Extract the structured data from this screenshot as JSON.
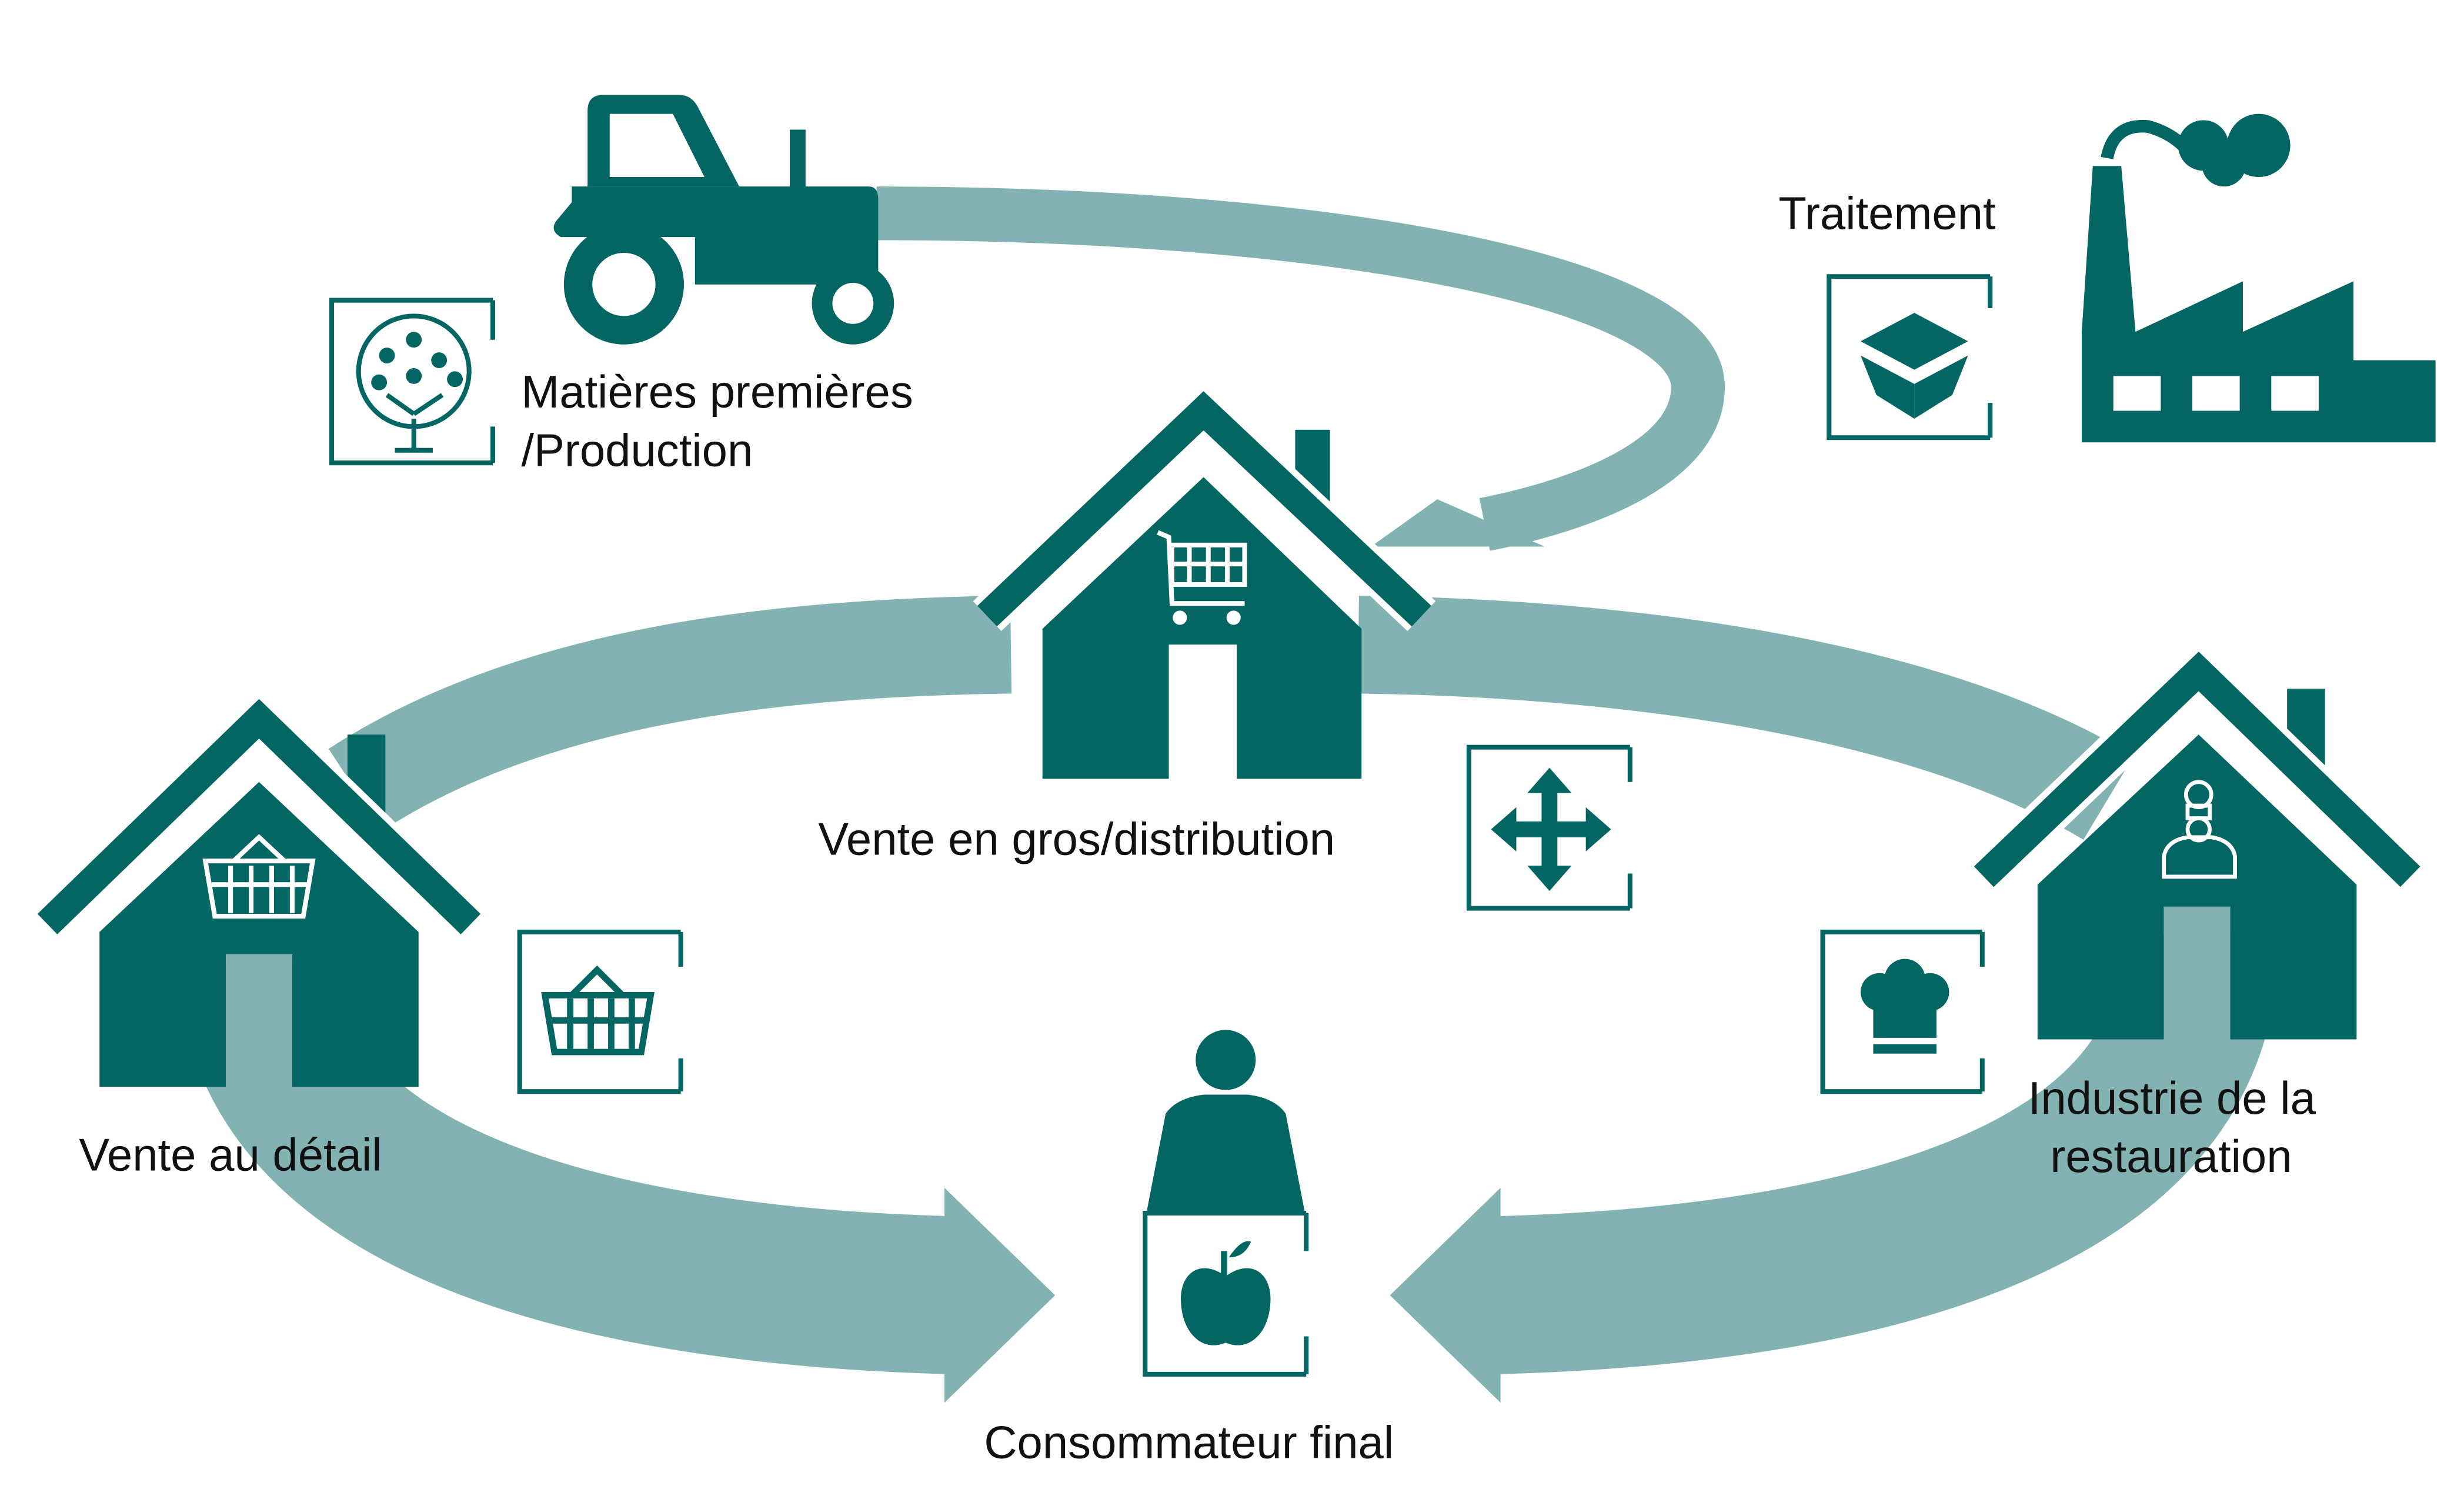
{
  "labels": {
    "production_line1": "Matières premières",
    "production_line2": "/Production",
    "processing": "Traitement",
    "wholesale": "Vente en gros/distribution",
    "retail": "Vente au détail",
    "foodservice_line1": "Industrie de la",
    "foodservice_line2": "restauration",
    "consumer": "Consommateur final"
  },
  "colors": {
    "dark": "#036662",
    "light": "#82b3b2"
  }
}
